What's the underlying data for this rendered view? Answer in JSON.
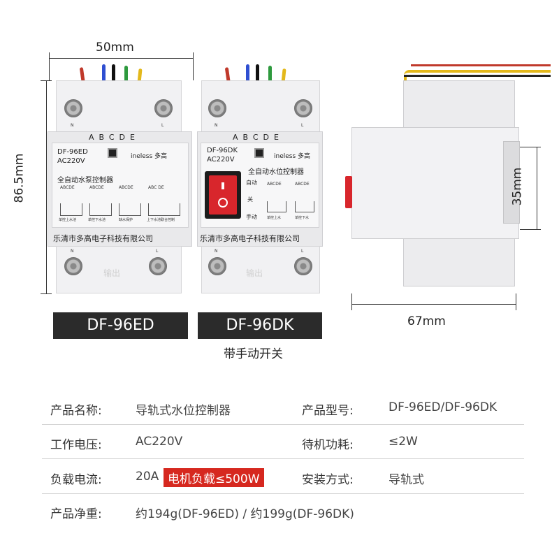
{
  "dimensions": {
    "width_label": "50mm",
    "height_label": "86.5mm",
    "side_height_label": "35mm",
    "side_width_label": "67mm"
  },
  "device_left": {
    "model_tag": "DF-96ED",
    "face_model": "DF-96ED",
    "face_voltage": "AC220V",
    "terminal_letters": "ABCDE",
    "title": "全自动水泵控制器",
    "diagram_captions": [
      "单控上水池",
      "单控下水池",
      "缺水保护",
      "上下水池联合控制"
    ],
    "company": "乐清市多高电子科技有限公司",
    "output_text": "输出",
    "n_label": "N",
    "l_label": "L"
  },
  "device_right": {
    "model_tag": "DF-96DK",
    "face_model": "DF-96DK",
    "face_voltage": "AC220V",
    "terminal_letters": "ABCDE",
    "title": "全自动水位控制器",
    "switch_labels": [
      "自动",
      "关",
      "手动"
    ],
    "diagram_captions": [
      "单控上水",
      "单控下水"
    ],
    "company": "乐清市多高电子科技有限公司",
    "output_text": "输出",
    "subtitle": "带手动开关",
    "n_label": "N",
    "l_label": "L"
  },
  "brand": "ineless 多高",
  "specs": [
    {
      "label": "产品名称:",
      "value": "导轨式水位控制器",
      "label2": "产品型号:",
      "value2": "DF-96ED/DF-96DK"
    },
    {
      "label": "工作电压:",
      "value": "AC220V",
      "label2": "待机功耗:",
      "value2": "≤2W"
    },
    {
      "label": "负载电流:",
      "value": "20A",
      "highlight": "电机负载≤500W",
      "label2": "安装方式:",
      "value2": "导轨式"
    },
    {
      "label": "产品净重:",
      "value": "约194g(DF-96ED) / 约199g(DF-96DK)"
    }
  ],
  "colors": {
    "tag_bg": "#2b2b2b",
    "highlight_bg": "#d6281f",
    "switch_red": "#d8262c",
    "wires": [
      "#c0392b",
      "#2f4fd1",
      "#111111",
      "#2e9a3e",
      "#e3b81b"
    ]
  }
}
